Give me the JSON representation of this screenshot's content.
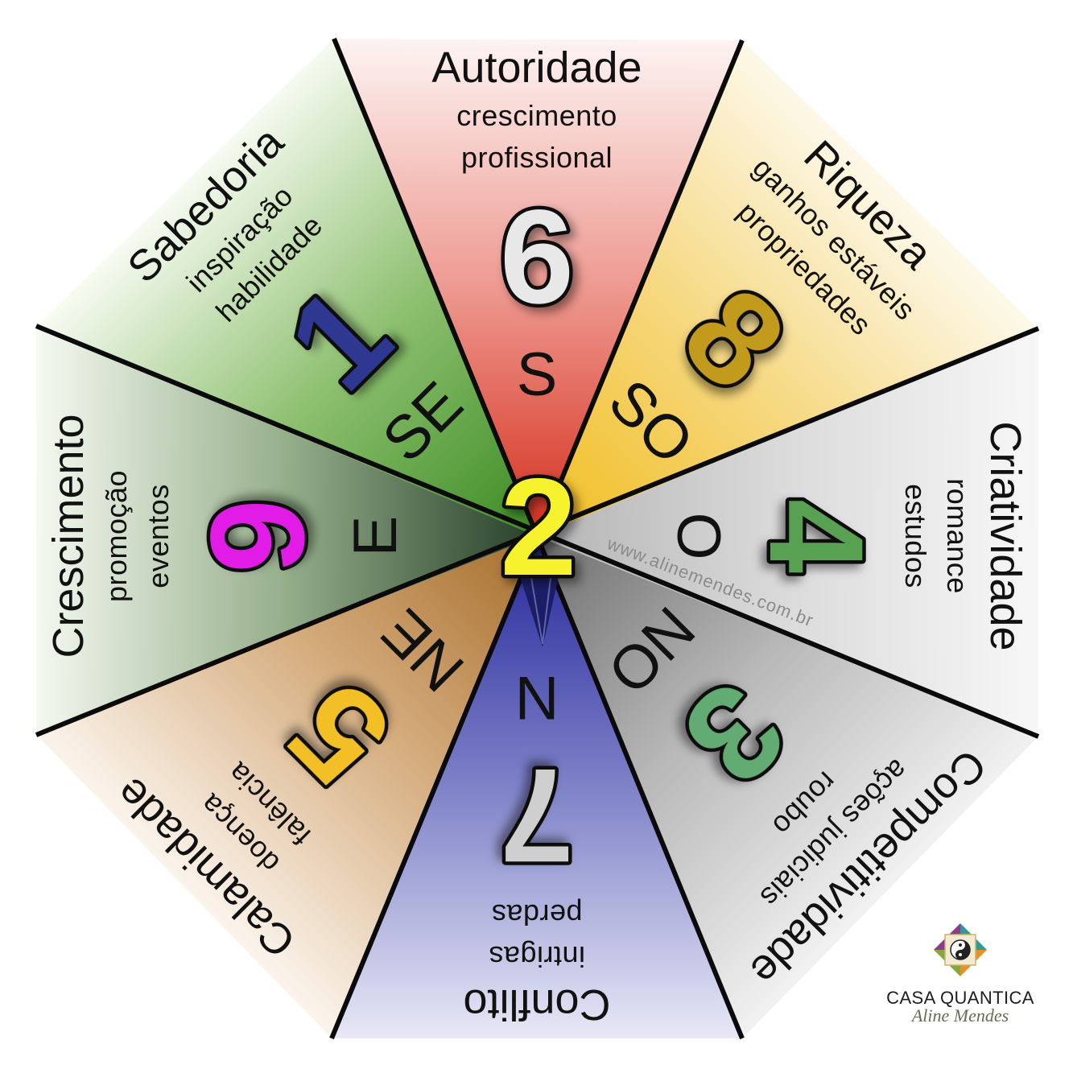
{
  "center": {
    "number": "2",
    "color": "#f6f22e"
  },
  "sectors": [
    {
      "title": "Autoridade",
      "lines": [
        "crescimento",
        "profissional"
      ],
      "number": "6",
      "direction": "S",
      "number_color": "#e8e8e8",
      "fill": [
        "#d52f1d",
        "#ee9990",
        "#fdf4f3"
      ]
    },
    {
      "title": "Riqueza",
      "lines": [
        "ganhos estáveis",
        "propriedades"
      ],
      "number": "8",
      "direction": "SO",
      "number_color": "#c39b1f",
      "fill": [
        "#f1bd1f",
        "#f6d77c",
        "#fdf8e9"
      ]
    },
    {
      "title": "Criatividade",
      "lines": [
        "romance",
        "estudos"
      ],
      "number": "4",
      "direction": "O",
      "number_color": "#58a152",
      "fill": [
        "#b4b4b4",
        "#dbdbdb",
        "#f7f7f7"
      ]
    },
    {
      "title": "Competitividade",
      "lines": [
        "ações judiciais",
        "roubo"
      ],
      "number": "3",
      "direction": "NO",
      "number_color": "#62ab73",
      "fill": [
        "#6e6e6e",
        "#b8b8b8",
        "#f1f1f1"
      ]
    },
    {
      "title": "Conflito",
      "lines": [
        "intrigas",
        "perdas"
      ],
      "number": "7",
      "direction": "N",
      "number_color": "#cfcfcf",
      "fill": [
        "#25269a",
        "#7e82c8",
        "#e8e8f6"
      ]
    },
    {
      "title": "Calamidade",
      "lines": [
        "doença",
        "falência"
      ],
      "number": "5",
      "direction": "NE",
      "number_color": "#f2bf26",
      "fill": [
        "#a66d2b",
        "#d6ae80",
        "#fbf4ec"
      ]
    },
    {
      "title": "Crescimento",
      "lines": [
        "promoção",
        "eventos"
      ],
      "number": "9",
      "direction": "E",
      "number_color": "#e01fe6",
      "fill": [
        "#263f29",
        "#95ae8a",
        "#f5f9f1"
      ]
    },
    {
      "title": "Sabedoria",
      "lines": [
        "inspiração",
        "habilidade"
      ],
      "number": "1",
      "direction": "SE",
      "number_color": "#2d3890",
      "fill": [
        "#3b8b23",
        "#8cbf6e",
        "#f7fbf2"
      ]
    }
  ],
  "watermark": "www.alinemendes.com.br",
  "logo": {
    "brand": "CASA QUANTICA",
    "author": "Aline Mendes"
  }
}
